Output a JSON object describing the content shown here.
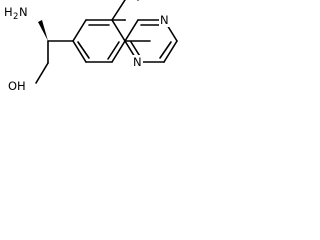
{
  "molecule": {
    "labels": {
      "amine_h": "H",
      "amine_sub": "2",
      "amine_n": "N",
      "hydroxyl": "OH",
      "ring_n_top": "N",
      "ring_n_bottom": "N"
    },
    "colors": {
      "bond": "#000000",
      "text": "#000000",
      "background": "#ffffff"
    }
  }
}
